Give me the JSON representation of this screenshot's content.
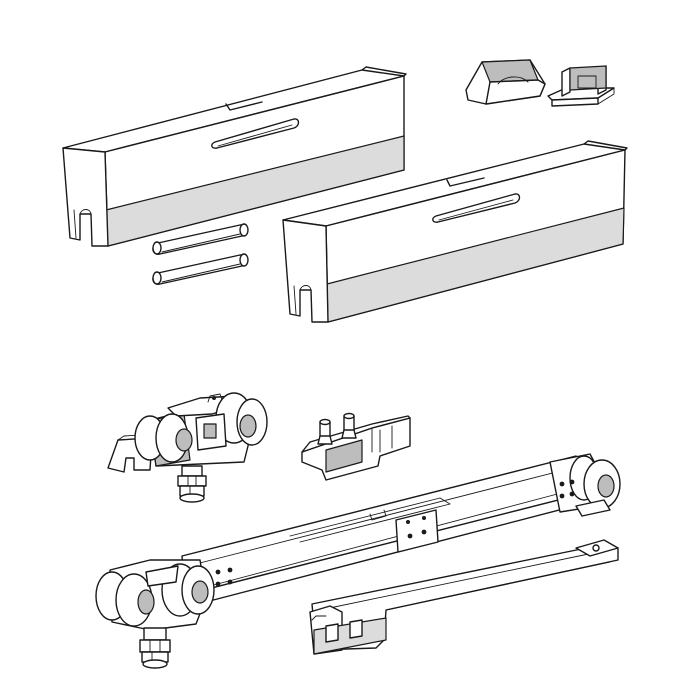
{
  "diagram": {
    "components": [
      {
        "id": "rail-cover-left",
        "label": ""
      },
      {
        "id": "rail-cover-right",
        "label": ""
      },
      {
        "id": "end-stop-upper",
        "label": ""
      },
      {
        "id": "end-stop-lower",
        "label": ""
      },
      {
        "id": "connector-pin-upper",
        "label": ""
      },
      {
        "id": "connector-pin-lower",
        "label": ""
      },
      {
        "id": "roller-carriage",
        "label": ""
      },
      {
        "id": "stopper-block",
        "label": ""
      },
      {
        "id": "soft-close-damper",
        "label": ""
      },
      {
        "id": "guide-bracket",
        "label": ""
      }
    ]
  },
  "colors": {
    "line": "#1a1a1a",
    "fill": "#ffffff",
    "shade": "#bdbdbd",
    "shade_light": "#dcdcdc",
    "dark": "#2a2a2a"
  }
}
